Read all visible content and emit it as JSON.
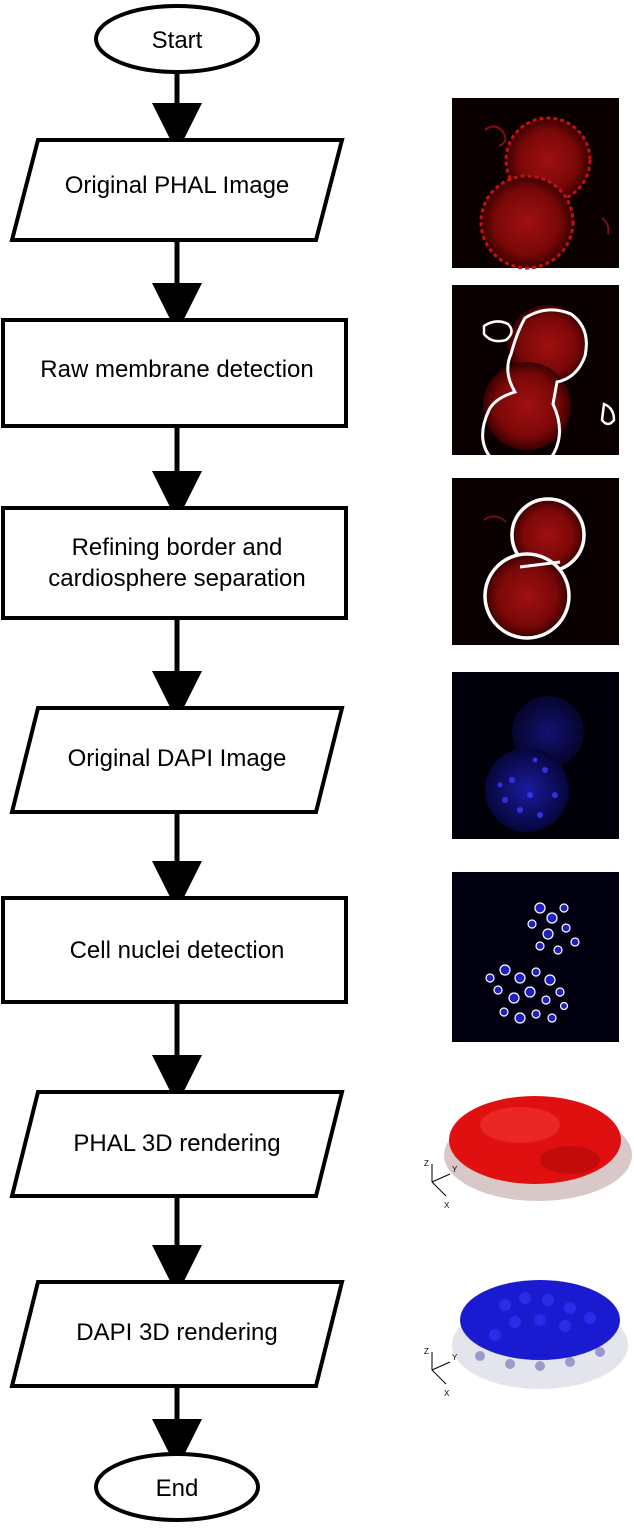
{
  "flowchart": {
    "start": "Start",
    "end": "End",
    "steps": [
      {
        "shape": "parallelogram",
        "lines": [
          "Original PHAL Image"
        ]
      },
      {
        "shape": "rectangle",
        "lines": [
          "Raw membrane detection"
        ]
      },
      {
        "shape": "rectangle",
        "lines": [
          "Refining border and",
          "cardiosphere separation"
        ]
      },
      {
        "shape": "parallelogram",
        "lines": [
          "Original DAPI Image"
        ]
      },
      {
        "shape": "rectangle",
        "lines": [
          "Cell nuclei detection"
        ]
      },
      {
        "shape": "parallelogram",
        "lines": [
          "PHAL 3D rendering"
        ]
      },
      {
        "shape": "parallelogram",
        "lines": [
          "DAPI 3D rendering"
        ]
      }
    ]
  },
  "thumbnails": [
    {
      "kind": "phal-original",
      "color": "#c41010"
    },
    {
      "kind": "phal-raw-membrane",
      "color": "#c41010",
      "outline": "#ffffff"
    },
    {
      "kind": "phal-refined-border",
      "color": "#c41010",
      "outline": "#ffffff"
    },
    {
      "kind": "dapi-original",
      "color": "#2a2ad8"
    },
    {
      "kind": "dapi-nuclei",
      "color": "#2a2ad8",
      "outline": "#ffffff"
    },
    {
      "kind": "phal-3d",
      "color": "#e01010"
    },
    {
      "kind": "dapi-3d",
      "color": "#1a1ad0"
    }
  ],
  "axis_labels": {
    "z": "Z",
    "y": "Y",
    "x": "X"
  }
}
